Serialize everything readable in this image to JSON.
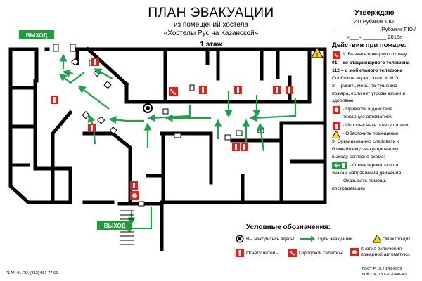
{
  "header": {
    "title": "ПЛАН ЭВАКУАЦИИ",
    "subtitle1": "из помещений хостела",
    "subtitle2": "«Хостелы Рус на Казанской»",
    "floor": "1 этаж"
  },
  "approval": {
    "heading": "Утверждаю",
    "line1": "ИП Рубаник Т.Ю.",
    "line2": "________________/Рубаник Т.Ю./",
    "line3": "«___» ________ 2015г."
  },
  "exits": {
    "top": "ВЫХОД",
    "bottom": "ВЫХОД"
  },
  "fire_actions": {
    "heading": "Действия при пожаре:",
    "items": [
      "1. Вызвать пожарную охрану:",
      "01 – со стационарного телефона",
      "112 – с мобильного телефона",
      "Сообщить адрес, этаж, Ф.И.О.",
      "2. Принять меры по тушению",
      "пожара, если нет угрозы жизни и",
      "здоровью:",
      "- Привести в действие",
      "пожарную автоматику.",
      "- Использовать огнетушители.",
      "- Обесточить помещение.",
      "3. Организованно следовать к",
      "ближайшему эвакуационному",
      "выходу согласно схеме:",
      "- Ориентироваться по",
      "знакам направления движения.",
      "- Оказывать помощь",
      "пострадавшим"
    ]
  },
  "legend": {
    "title": "Условные обозначения:",
    "you_are_here": "Вы находитесь здесь!",
    "path": "Путь эвакуации.",
    "electric": "Электрощит.",
    "extinguisher": "Огнетушитель.",
    "phone": "Городской телефон.",
    "button": "Кнопка включения пожарной автоматики."
  },
  "footer": {
    "left": "PLAN-01.RU, (812) 981-77-66",
    "right1": "ГОСТ Р 12.2.143-2009",
    "right2": "ФЭС-24, 180-20-1440-Х3"
  },
  "colors": {
    "exit_green": "#1f9d3b",
    "path_green": "#1aa34a",
    "red": "#e32119",
    "wall": "#000000",
    "warn_yellow": "#f5d60a"
  }
}
